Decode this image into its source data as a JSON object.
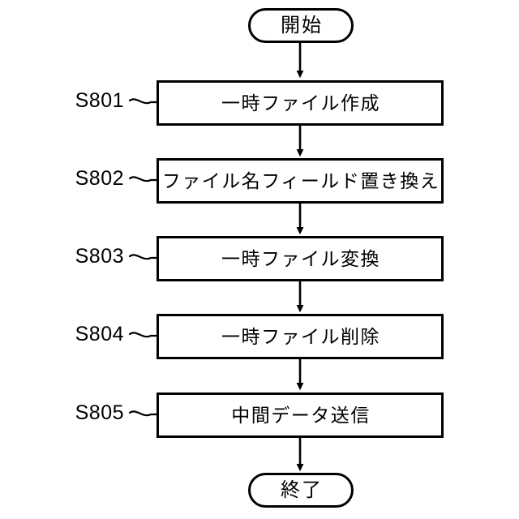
{
  "diagram": {
    "type": "flowchart",
    "orientation": "vertical",
    "language": "ja",
    "background_color": "#ffffff",
    "line_color": "#000000",
    "start": {
      "shape": "terminator",
      "label": "開始"
    },
    "end": {
      "shape": "terminator",
      "label": "終了"
    },
    "steps": [
      {
        "id": "S801",
        "caption": "S801",
        "label": "一時ファイル作成",
        "shape": "process"
      },
      {
        "id": "S802",
        "caption": "S802",
        "label": "ファイル名フィールド置き換え",
        "shape": "process"
      },
      {
        "id": "S803",
        "caption": "S803",
        "label": "一時ファイル変換",
        "shape": "process"
      },
      {
        "id": "S804",
        "caption": "S804",
        "label": "一時ファイル削除",
        "shape": "process"
      },
      {
        "id": "S805",
        "caption": "S805",
        "label": "中間データ送信",
        "shape": "process"
      }
    ],
    "connectors": [
      {
        "from": "start",
        "to": "S801",
        "kind": "arrow"
      },
      {
        "from": "S801",
        "to": "S802",
        "kind": "arrow"
      },
      {
        "from": "S802",
        "to": "S803",
        "kind": "arrow"
      },
      {
        "from": "S803",
        "to": "S804",
        "kind": "arrow"
      },
      {
        "from": "S804",
        "to": "S805",
        "kind": "arrow"
      },
      {
        "from": "S805",
        "to": "end",
        "kind": "arrow"
      }
    ],
    "leader_lines": [
      {
        "for": "S801",
        "kind": "squiggle"
      },
      {
        "for": "S802",
        "kind": "squiggle"
      },
      {
        "for": "S803",
        "kind": "squiggle"
      },
      {
        "for": "S804",
        "kind": "squiggle"
      },
      {
        "for": "S805",
        "kind": "squiggle"
      }
    ]
  }
}
